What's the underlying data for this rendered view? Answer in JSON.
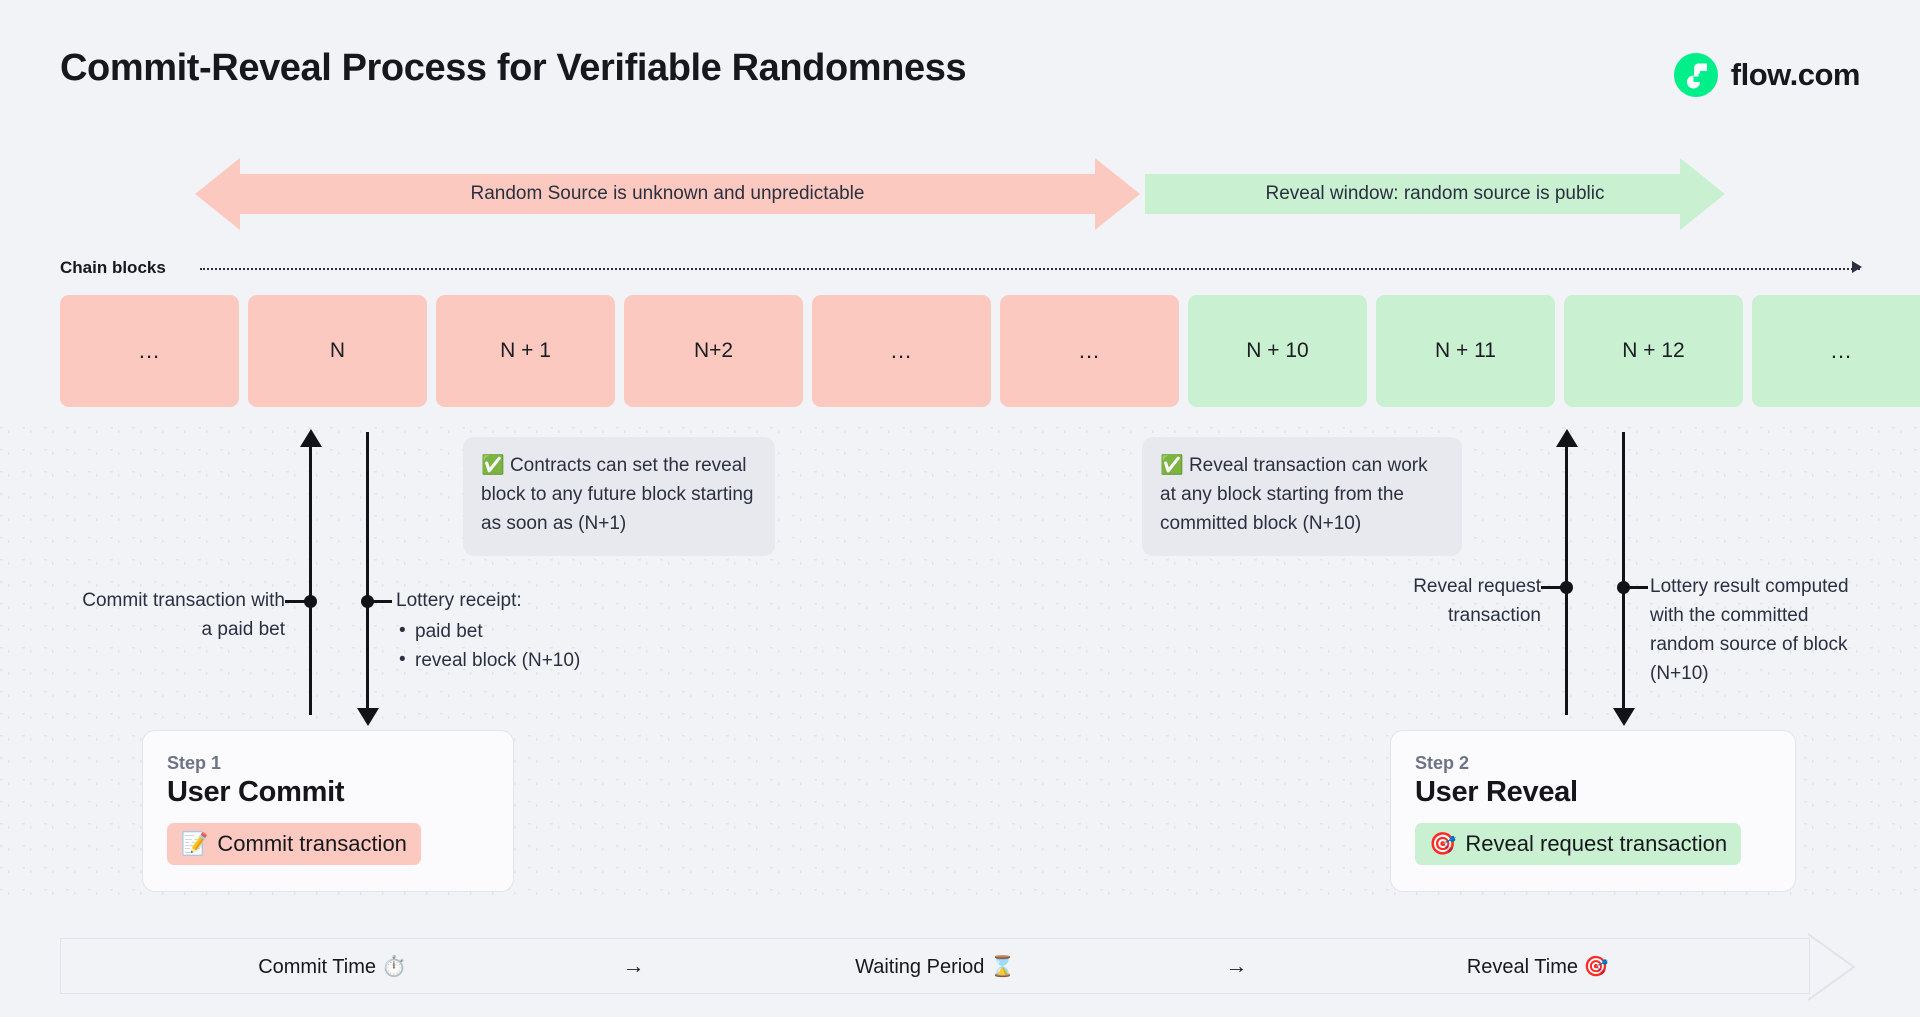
{
  "header": {
    "title": "Commit-Reveal Process for Verifiable Randomness",
    "logo_text": "flow.com",
    "logo_icon": "flow-logo-icon",
    "brand_green": "#00ef8b"
  },
  "phases": {
    "unknown": {
      "label": "Random Source is unknown and unpredictable",
      "color": "#fcc9c0",
      "direction": "double"
    },
    "reveal": {
      "label": "Reveal window: random source is public",
      "color": "#c9f0d1",
      "direction": "right"
    }
  },
  "chain": {
    "label": "Chain blocks",
    "blocks": [
      {
        "text": "...",
        "state": "pink"
      },
      {
        "text": "N",
        "state": "pink"
      },
      {
        "text": "N + 1",
        "state": "pink"
      },
      {
        "text": "N+2",
        "state": "pink"
      },
      {
        "text": "...",
        "state": "pink"
      },
      {
        "text": "...",
        "state": "pink"
      },
      {
        "text": "N + 10",
        "state": "green"
      },
      {
        "text": "N + 11",
        "state": "green"
      },
      {
        "text": "N + 12",
        "state": "green"
      },
      {
        "text": "...",
        "state": "green"
      }
    ]
  },
  "callouts": {
    "contracts": {
      "icon": "white-check-mark-emoji",
      "emoji": "✅",
      "text": "Contracts can set the reveal block to any future block starting as soon as (N+1)"
    },
    "reveal": {
      "icon": "white-check-mark-emoji",
      "emoji": "✅",
      "text": "Reveal transaction can work at any block starting from the committed block (N+10)"
    }
  },
  "annotations": {
    "commit_tx": "Commit transaction with a paid bet",
    "lottery_receipt_title": "Lottery receipt:",
    "lottery_receipt_items": [
      "paid bet",
      "reveal block (N+10)"
    ],
    "reveal_request": "Reveal request transaction",
    "lottery_result": "Lottery result computed with the committed random source of block (N+10)"
  },
  "steps": [
    {
      "eyebrow": "Step 1",
      "title": "User Commit",
      "badge_label": "Commit transaction",
      "badge_emoji": "📝",
      "badge_icon": "memo-emoji",
      "badge_color": "#fcc9c0"
    },
    {
      "eyebrow": "Step 2",
      "title": "User Reveal",
      "badge_label": "Reveal request transaction",
      "badge_emoji": "🎯",
      "badge_icon": "direct-hit-emoji",
      "badge_color": "#c9f0d1"
    }
  ],
  "timeline": {
    "items": [
      {
        "label": "Commit Time ⏱️",
        "icon": "stopwatch-emoji"
      },
      {
        "label": "Waiting Period ⌛",
        "icon": "hourglass-emoji"
      },
      {
        "label": "Reveal Time 🎯",
        "icon": "direct-hit-emoji"
      }
    ],
    "separator": "→"
  }
}
